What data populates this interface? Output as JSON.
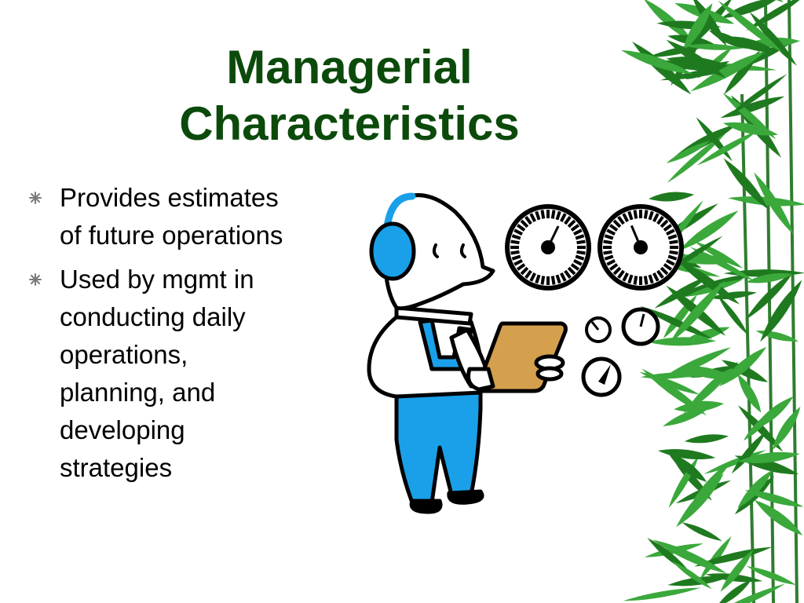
{
  "slide": {
    "title_lines": [
      "Managerial",
      "Characteristics"
    ],
    "bullets": [
      [
        "Provides estimates",
        "of future operations"
      ],
      [
        "Used by mgmt in",
        "conducting daily",
        "operations,",
        "planning, and",
        "developing",
        "strategies"
      ]
    ]
  },
  "colors": {
    "title": "#0b4a0b",
    "text": "#000000",
    "bullet": "#7a7a7a",
    "accent_blue": "#1aa0e8",
    "clipboard": "#d4a04e",
    "leaf_dark": "#1f7a1f",
    "leaf_light": "#3aa83a"
  },
  "icons": {
    "bullet": "asterisk-star-icon",
    "illustration": "worker-with-headphones-and-clipboard",
    "gauges": "dial-gauge-icon",
    "decoration": "bamboo-leaves"
  }
}
